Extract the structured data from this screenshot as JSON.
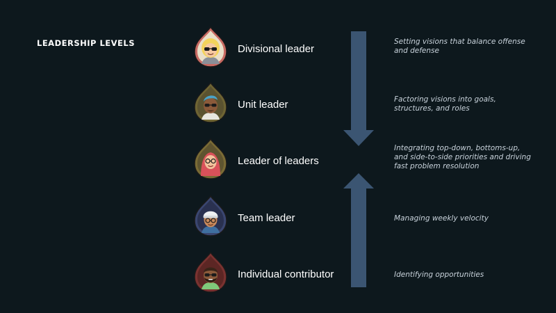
{
  "section_title": "LEADERSHIP LEVELS",
  "colors": {
    "background": "#0d181d",
    "arrow": "#3b5572"
  },
  "levels": [
    {
      "name": "Divisional leader",
      "description": "Setting visions that balance offense and defense",
      "avatar_icon": "avatar-blonde-sunglasses-icon",
      "avatar_bg": "#c86a63"
    },
    {
      "name": "Unit leader",
      "description": "Factoring visions into goals, structures, and roles",
      "avatar_icon": "avatar-blue-hair-sunglasses-icon",
      "avatar_bg": "#6e6433"
    },
    {
      "name": "Leader of leaders",
      "description": "Integrating top-down, bottoms-up, and side-to-side priorities and driving fast problem resolution",
      "avatar_icon": "avatar-hijab-glasses-icon",
      "avatar_bg": "#7a6b35"
    },
    {
      "name": "Team leader",
      "description": "Managing weekly velocity",
      "avatar_icon": "avatar-beanie-glasses-icon",
      "avatar_bg": "#3a4670"
    },
    {
      "name": "Individual contributor",
      "description": "Identifying opportunities",
      "avatar_icon": "avatar-beard-sunglasses-icon",
      "avatar_bg": "#7a3230"
    }
  ],
  "arrows": {
    "down_icon": "arrow-down-icon",
    "up_icon": "arrow-up-icon"
  }
}
